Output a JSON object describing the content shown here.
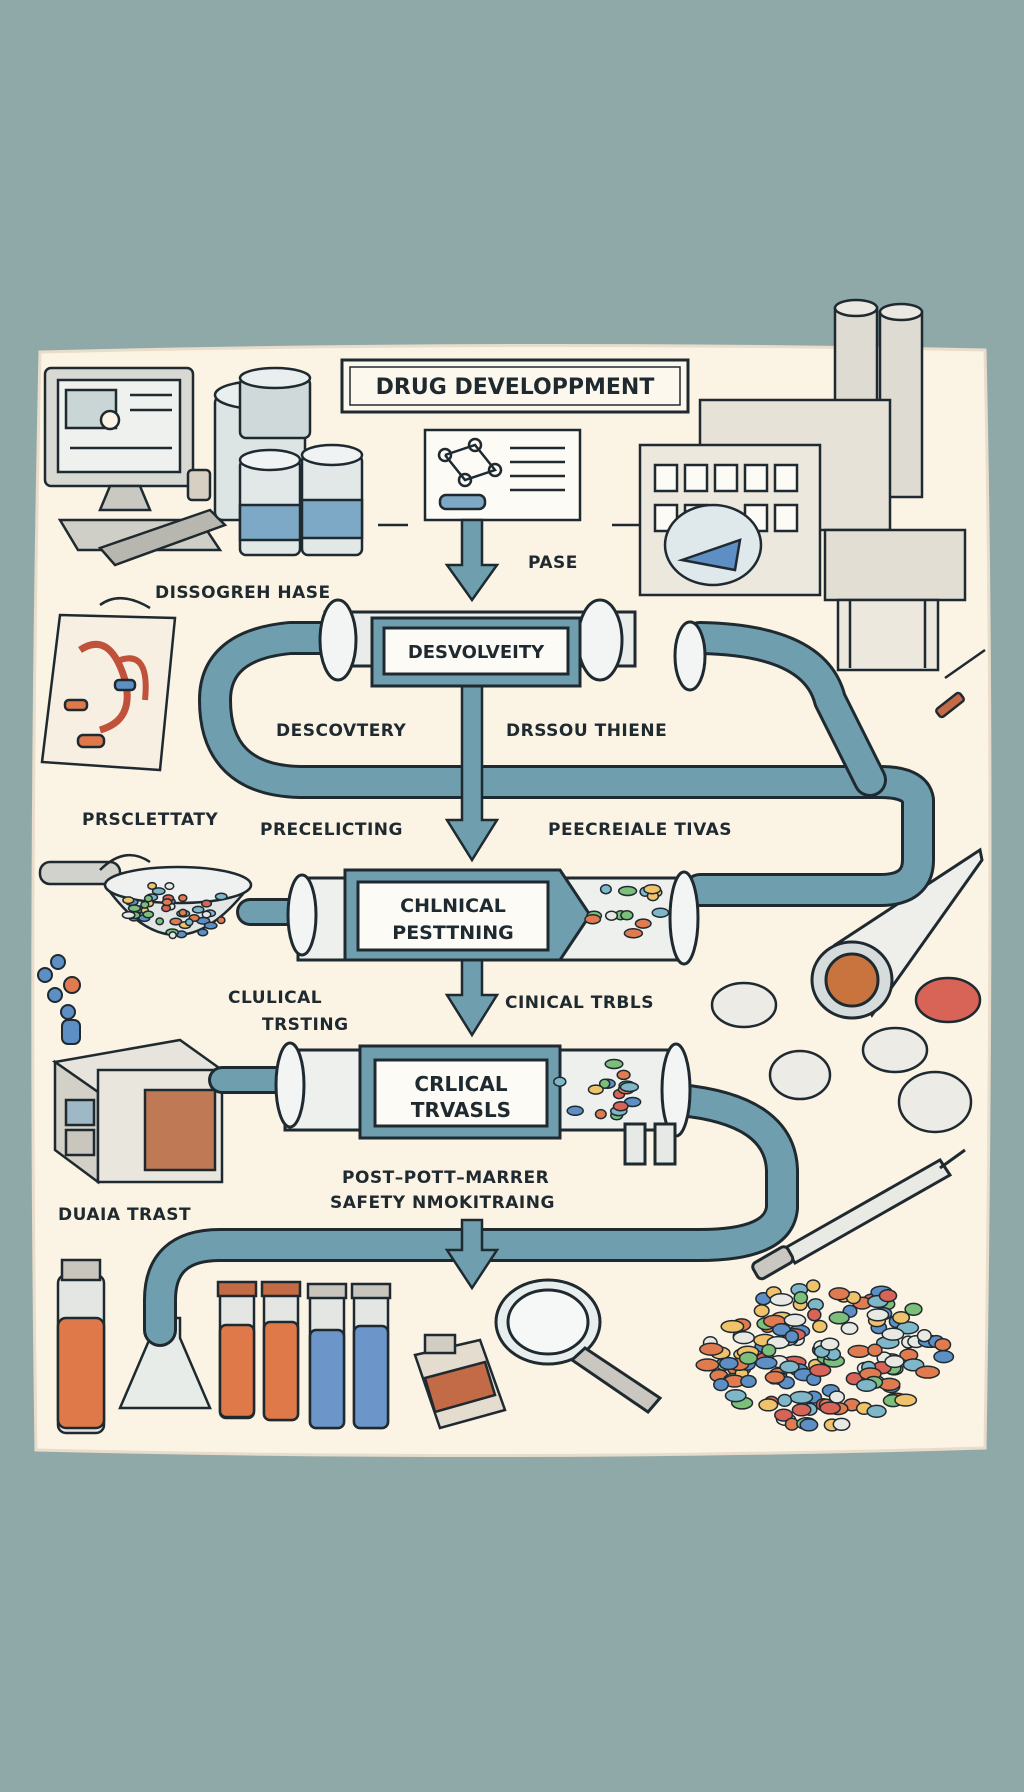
{
  "title": "DRUG DEVELOPPMENT",
  "stage_boxes": [
    {
      "line1": "DESVOLVEITY",
      "line2": ""
    },
    {
      "line1": "CHLNICAL",
      "line2": "PESTTNING"
    },
    {
      "line1": "CRLICAL",
      "line2": "TRVASLS"
    }
  ],
  "labels": {
    "dissogreh": "DISSOGREH HASE",
    "pase": "PASE",
    "discovtery": "DESCOVTERY",
    "drssou": "DRSSOU THIENE",
    "presclet": "PRSCLETTATY",
    "precelict": "PRECELICTING",
    "peecreiale": "PEECREIALE TIVAS",
    "clulical_1": "CLULICAL",
    "clulical_2": "TRSTING",
    "cinical": "CINICAL TRBLS",
    "post_1": "POST–POTT–MARRER",
    "post_2": "SAFETY  NMOKITRAING",
    "duaia": "DUAIA TRAST"
  },
  "colors": {
    "background": "#8fa9a8",
    "paper": "#fbf3e4",
    "pipe": "#6f9fae",
    "pipe_dark": "#4a7889",
    "ink": "#1f2a30",
    "pill_orange": "#e07a4f",
    "pill_blue": "#5d8fc4",
    "liquid_orange": "#e0794a",
    "liquid_blue": "#6c95c9"
  }
}
